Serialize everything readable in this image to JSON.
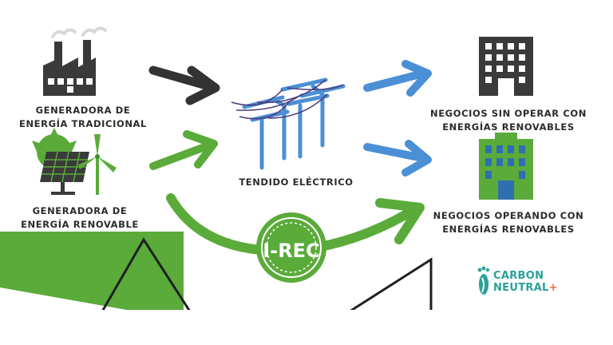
{
  "nodes": {
    "traditional_generator": {
      "line1": "GENERADORA DE",
      "line2": "ENERGÍA TRADICIONAL"
    },
    "renewable_generator": {
      "line1": "GENERADORA DE",
      "line2": "ENERGÍA RENOVABLE"
    },
    "grid": {
      "label": "TENDIDO ELÉCTRICO"
    },
    "business_non_renewable": {
      "line1": "NEGOCIOS SIN OPERAR CON",
      "line2": "ENERGÍAS RENOVABLES"
    },
    "business_renewable": {
      "line1": "NEGOCIOS OPERANDO CON",
      "line2": "ENERGÍAS RENOVABLES"
    }
  },
  "certificate": {
    "label": "I-REC"
  },
  "logo": {
    "line1": "CARBON",
    "line2": "NEUTRAL",
    "suffix": "+"
  },
  "colors": {
    "green": "#5aab3a",
    "dark_green": "#3f8f2f",
    "blue": "#4b8fd6",
    "dark": "#333333",
    "logo_teal": "#2aa198",
    "logo_orange": "#f26a3d"
  },
  "icons": [
    "factory-icon",
    "solar-panel-icon",
    "wind-turbine-icon",
    "power-tower-icon",
    "building-icon",
    "footprint-icon"
  ]
}
